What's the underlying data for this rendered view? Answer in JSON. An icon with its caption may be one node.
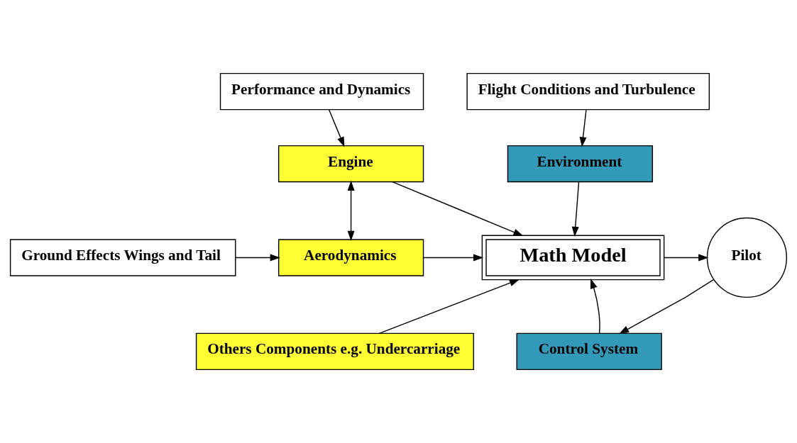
{
  "diagram": {
    "nodes": [
      {
        "text": [
          "Performance and Dynamics"
        ]
      },
      {
        "text": [
          "Flight Conditions and Turbulence"
        ]
      },
      {
        "text": [
          "Engine"
        ]
      },
      {
        "text": [
          "Environment"
        ]
      },
      {
        "text": [
          "Ground Effects Wings and Tail"
        ]
      },
      {
        "text": [
          "Aerodynamics"
        ]
      },
      {
        "text": [
          "Math Model"
        ]
      },
      {
        "text": [
          "Pilot"
        ]
      },
      {
        "text": [
          "Others Components e.g. Undercarriage"
        ]
      },
      {
        "text": [
          "Control System"
        ]
      }
    ],
    "edges": [
      {
        "from": 0,
        "to": 2,
        "arrow": "to"
      },
      {
        "from": 1,
        "to": 3,
        "arrow": "to"
      },
      {
        "from": 2,
        "to": 5,
        "arrow": "both"
      },
      {
        "from": 2,
        "to": 6,
        "arrow": "to"
      },
      {
        "from": 3,
        "to": 6,
        "arrow": "to"
      },
      {
        "from": 4,
        "to": 5,
        "arrow": "to"
      },
      {
        "from": 5,
        "to": 6,
        "arrow": "to"
      },
      {
        "from": 6,
        "to": 7,
        "arrow": "to"
      },
      {
        "from": 8,
        "to": 6,
        "arrow": "to"
      },
      {
        "from": 9,
        "to": 6,
        "arrow": "to"
      },
      {
        "from": 7,
        "to": 9,
        "arrow": "to"
      }
    ]
  }
}
